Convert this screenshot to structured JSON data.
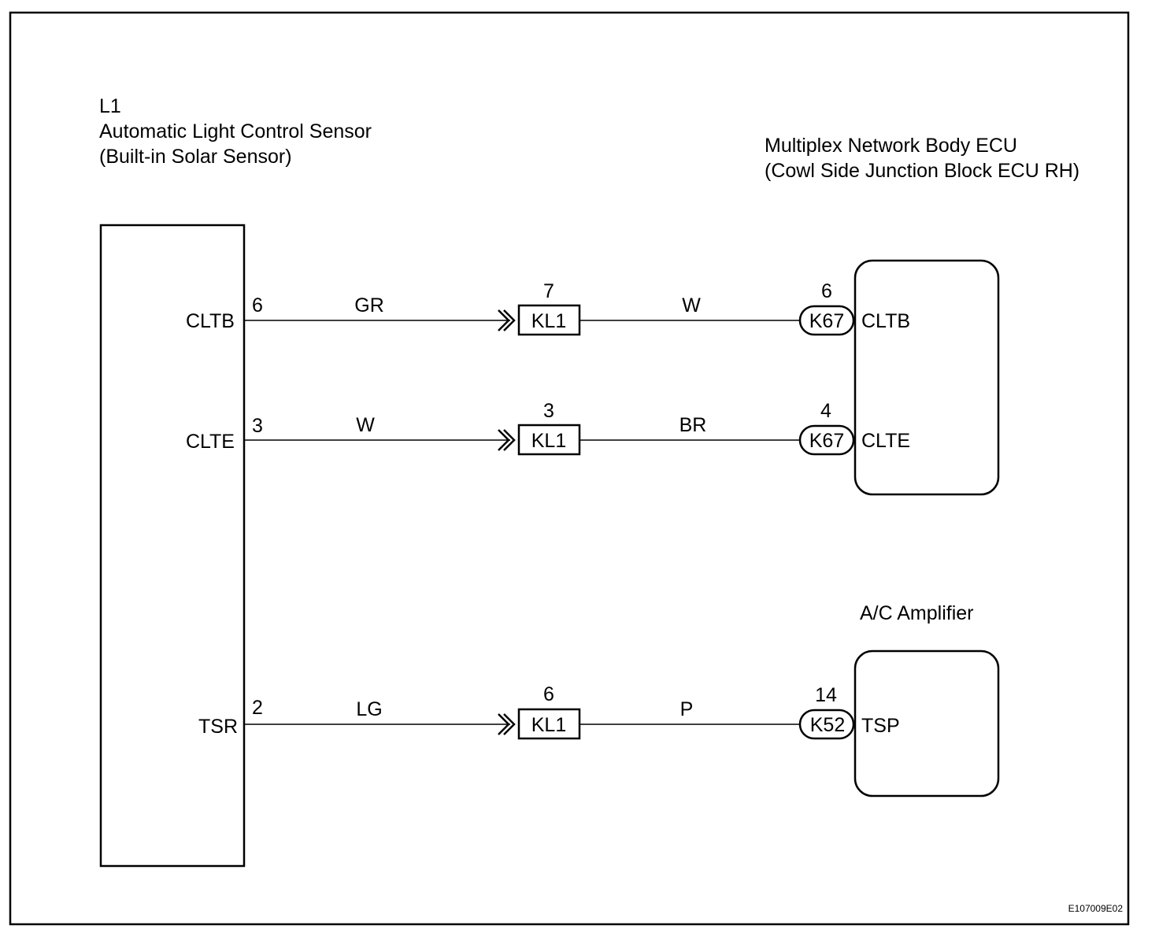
{
  "sensor": {
    "code": "L1",
    "name": "Automatic Light Control Sensor",
    "subtitle": "(Built-in Solar Sensor)",
    "terminals": [
      "CLTB",
      "CLTE",
      "TSR"
    ],
    "pins": [
      "6",
      "3",
      "2"
    ]
  },
  "ecu": {
    "name": "Multiplex Network Body ECU",
    "subtitle": "(Cowl Side Junction Block ECU RH)",
    "terminals": [
      "CLTB",
      "CLTE"
    ],
    "pins": [
      "6",
      "4"
    ],
    "connectors": [
      "K67",
      "K67"
    ]
  },
  "amplifier": {
    "name": "A/C Amplifier",
    "terminals": [
      "TSP"
    ],
    "pins": [
      "14"
    ],
    "connectors": [
      "K52"
    ]
  },
  "junction": {
    "label": "KL1",
    "pins": [
      "7",
      "3",
      "6"
    ]
  },
  "wires": {
    "left_colors": [
      "GR",
      "W",
      "LG"
    ],
    "right_colors": [
      "W",
      "BR",
      "P"
    ]
  },
  "figure_id": "E107009E02"
}
